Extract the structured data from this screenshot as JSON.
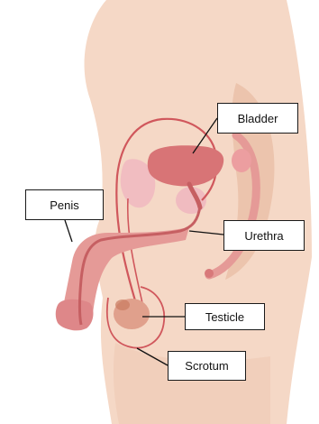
{
  "labels": {
    "bladder": "Bladder",
    "penis": "Penis",
    "urethra": "Urethra",
    "testicle": "Testicle",
    "scrotum": "Scrotum"
  },
  "colors": {
    "skin": "#f5d8c6",
    "skin_shadow": "#ecc4ad",
    "organ": "#e08a88",
    "organ_dark": "#c65f62",
    "outline": "#d0575c",
    "pale_organ": "#f0b8bf",
    "leader": "#111111"
  }
}
